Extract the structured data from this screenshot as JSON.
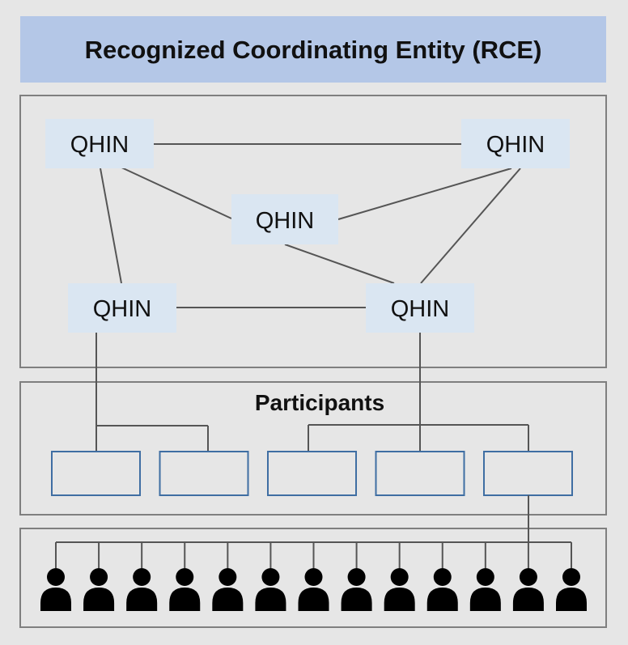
{
  "title": "Recognized Coordinating Entity (RCE)",
  "qhins": [
    {
      "id": "q1",
      "label": "QHIN"
    },
    {
      "id": "q2",
      "label": "QHIN"
    },
    {
      "id": "q3",
      "label": "QHIN"
    },
    {
      "id": "q4",
      "label": "QHIN"
    },
    {
      "id": "q5",
      "label": "QHIN"
    }
  ],
  "participants_label": "Participants",
  "participant_count": 5,
  "individual_count": 13,
  "colors": {
    "background": "#e6e6e6",
    "rce_banner": "#b4c7e7",
    "qhin_box": "#dae6f2",
    "participant_border": "#3f6ea3",
    "panel_border": "#7f7f7f",
    "connector": "#555555",
    "person": "#000000"
  }
}
